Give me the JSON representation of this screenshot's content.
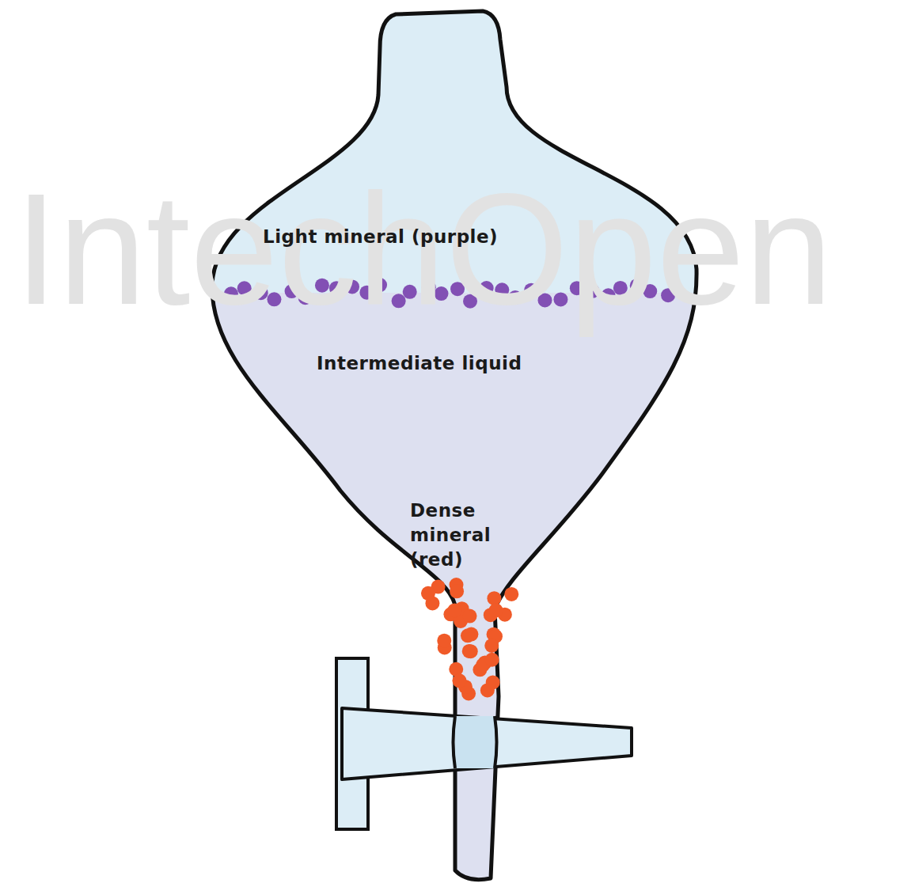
{
  "diagram": {
    "labels": [
      "IntechOpen",
      "Light mineral (purple)",
      "Intermediate liquid",
      "Dense mineral (red)"
    ]
  }
}
